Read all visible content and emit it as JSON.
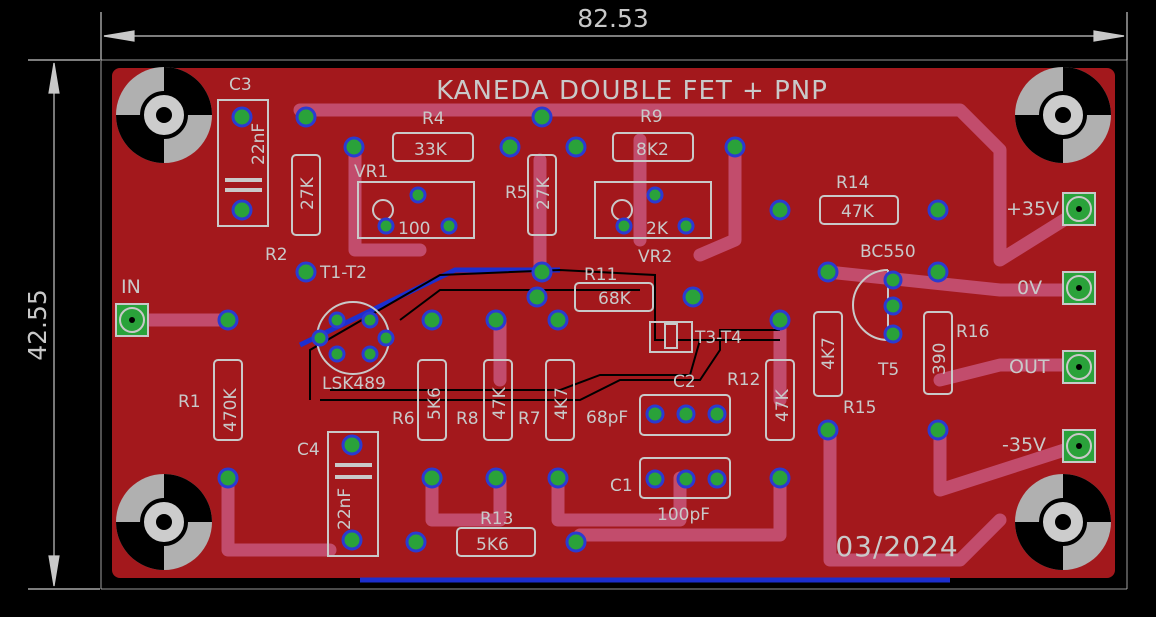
{
  "colors": {
    "background": "#000000",
    "board": "#a3181c",
    "trace": "#c8567a",
    "silk": "#c9c9c9",
    "pad": "#2aa23a",
    "via_ring": "#2b3bd0",
    "bottom_trace": "#1d2fcf",
    "dimension": "#c8c8c8"
  },
  "dimensions": {
    "width": "82.53",
    "height": "42.55"
  },
  "title": "KANEDA DOUBLE FET + PNP",
  "date": "03/2024",
  "connectors": {
    "in": "IN",
    "plus35": "+35V",
    "zero": "0V",
    "out": "OUT",
    "minus35": "-35V"
  },
  "components": {
    "C3": {
      "name": "C3",
      "value": "22nF"
    },
    "C4": {
      "name": "C4",
      "value": "22nF"
    },
    "R1": {
      "name": "R1",
      "value": "470K"
    },
    "R2": {
      "name": "R2",
      "value": "27K"
    },
    "R4": {
      "name": "R4",
      "value": "33K"
    },
    "R5": {
      "name": "R5",
      "value": "27K"
    },
    "R6": {
      "name": "R6",
      "value": "5K6"
    },
    "R7": {
      "name": "R7",
      "value": "4K7"
    },
    "R8": {
      "name": "R8",
      "value": "47K"
    },
    "R9": {
      "name": "R9",
      "value": "8K2"
    },
    "R11": {
      "name": "R11",
      "value": "68K"
    },
    "R12": {
      "name": "R12",
      "value": "47K"
    },
    "R13": {
      "name": "R13",
      "value": "5K6"
    },
    "R14": {
      "name": "R14",
      "value": "47K"
    },
    "R15": {
      "name": "R15",
      "value": "4K7"
    },
    "R16": {
      "name": "R16",
      "value": "390"
    },
    "VR1": {
      "name": "VR1",
      "value": "100"
    },
    "VR2": {
      "name": "VR2",
      "value": "2K"
    },
    "C1": {
      "name": "C1",
      "value": "100pF"
    },
    "C2": {
      "name": "C2",
      "value": "68pF"
    },
    "T1T2": {
      "name": "T1-T2",
      "value": "LSK489"
    },
    "T3T4": {
      "name": "T3-T4"
    },
    "T5": {
      "name": "T5",
      "value": "BC550"
    }
  }
}
